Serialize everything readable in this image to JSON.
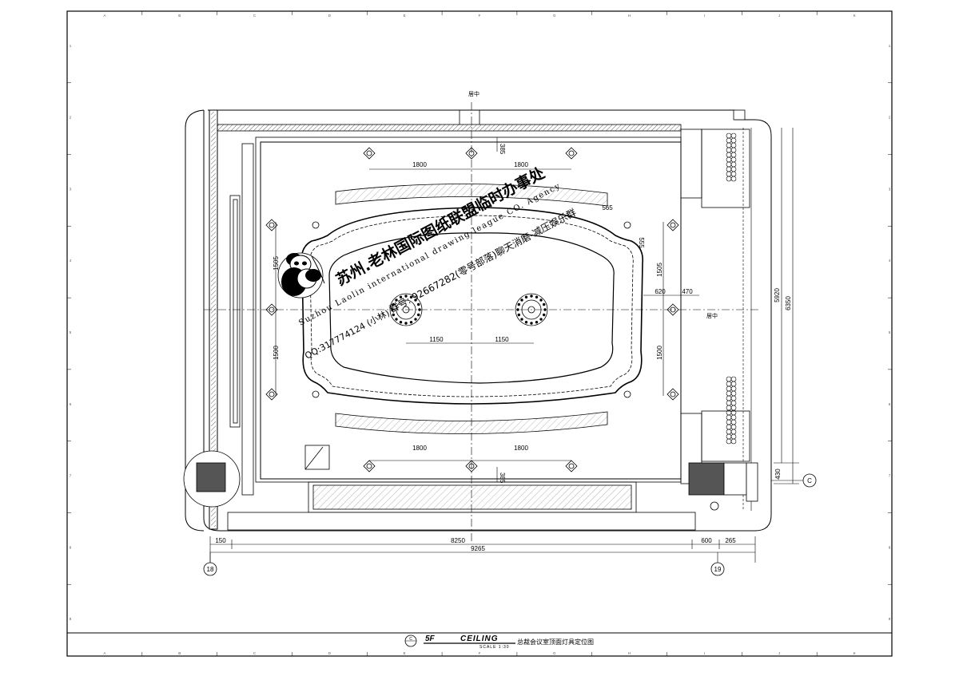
{
  "drawing": {
    "title_code": "5F",
    "title": "CEILING",
    "scale": "SCALE 1:30",
    "subtitle_cn": "总裁会议室顶面灯具定位图",
    "section_mark": "C"
  },
  "grid_columns": [
    "A",
    "B",
    "C",
    "D",
    "E",
    "F",
    "G",
    "H",
    "I",
    "J",
    "K"
  ],
  "grid_rows": [
    "1",
    "2",
    "3",
    "4",
    "5",
    "6",
    "7",
    "8",
    "9"
  ],
  "axis_labels": {
    "left": "18",
    "right": "19",
    "row": "C"
  },
  "center_marks": {
    "top": "居中",
    "right": "居中"
  },
  "dimensions": {
    "top_light_spacing_left": "1800",
    "top_light_spacing_right": "1800",
    "top_offset": "385",
    "bottom_light_spacing_left": "1800",
    "bottom_light_spacing_right": "1800",
    "bottom_offset": "385",
    "chandelier_left": "1150",
    "chandelier_right": "1150",
    "left_upper": "1505",
    "left_lower": "1500",
    "right_upper": "1505",
    "right_lower": "1500",
    "right_step_a": "620",
    "right_step_b": "470",
    "right_small": "555",
    "top_small": "565",
    "overall_inner": "5920",
    "overall_outer": "6350",
    "right_bottom": "430",
    "bottom_left": "150",
    "bottom_mid": "8250",
    "bottom_right_a": "600",
    "bottom_right_b": "265",
    "bottom_total": "9265"
  },
  "watermark": {
    "line1": "苏州.老林国际图纸联盟临时办事处",
    "line2": "Suzhou Laolin international drawing league CO. Agency",
    "line3": "群号: 92667282(零号部落)聊天消磨-减压娱乐群",
    "line4": "QQ:317774124 (小林)"
  },
  "icons": [
    "panda-logo-icon"
  ]
}
